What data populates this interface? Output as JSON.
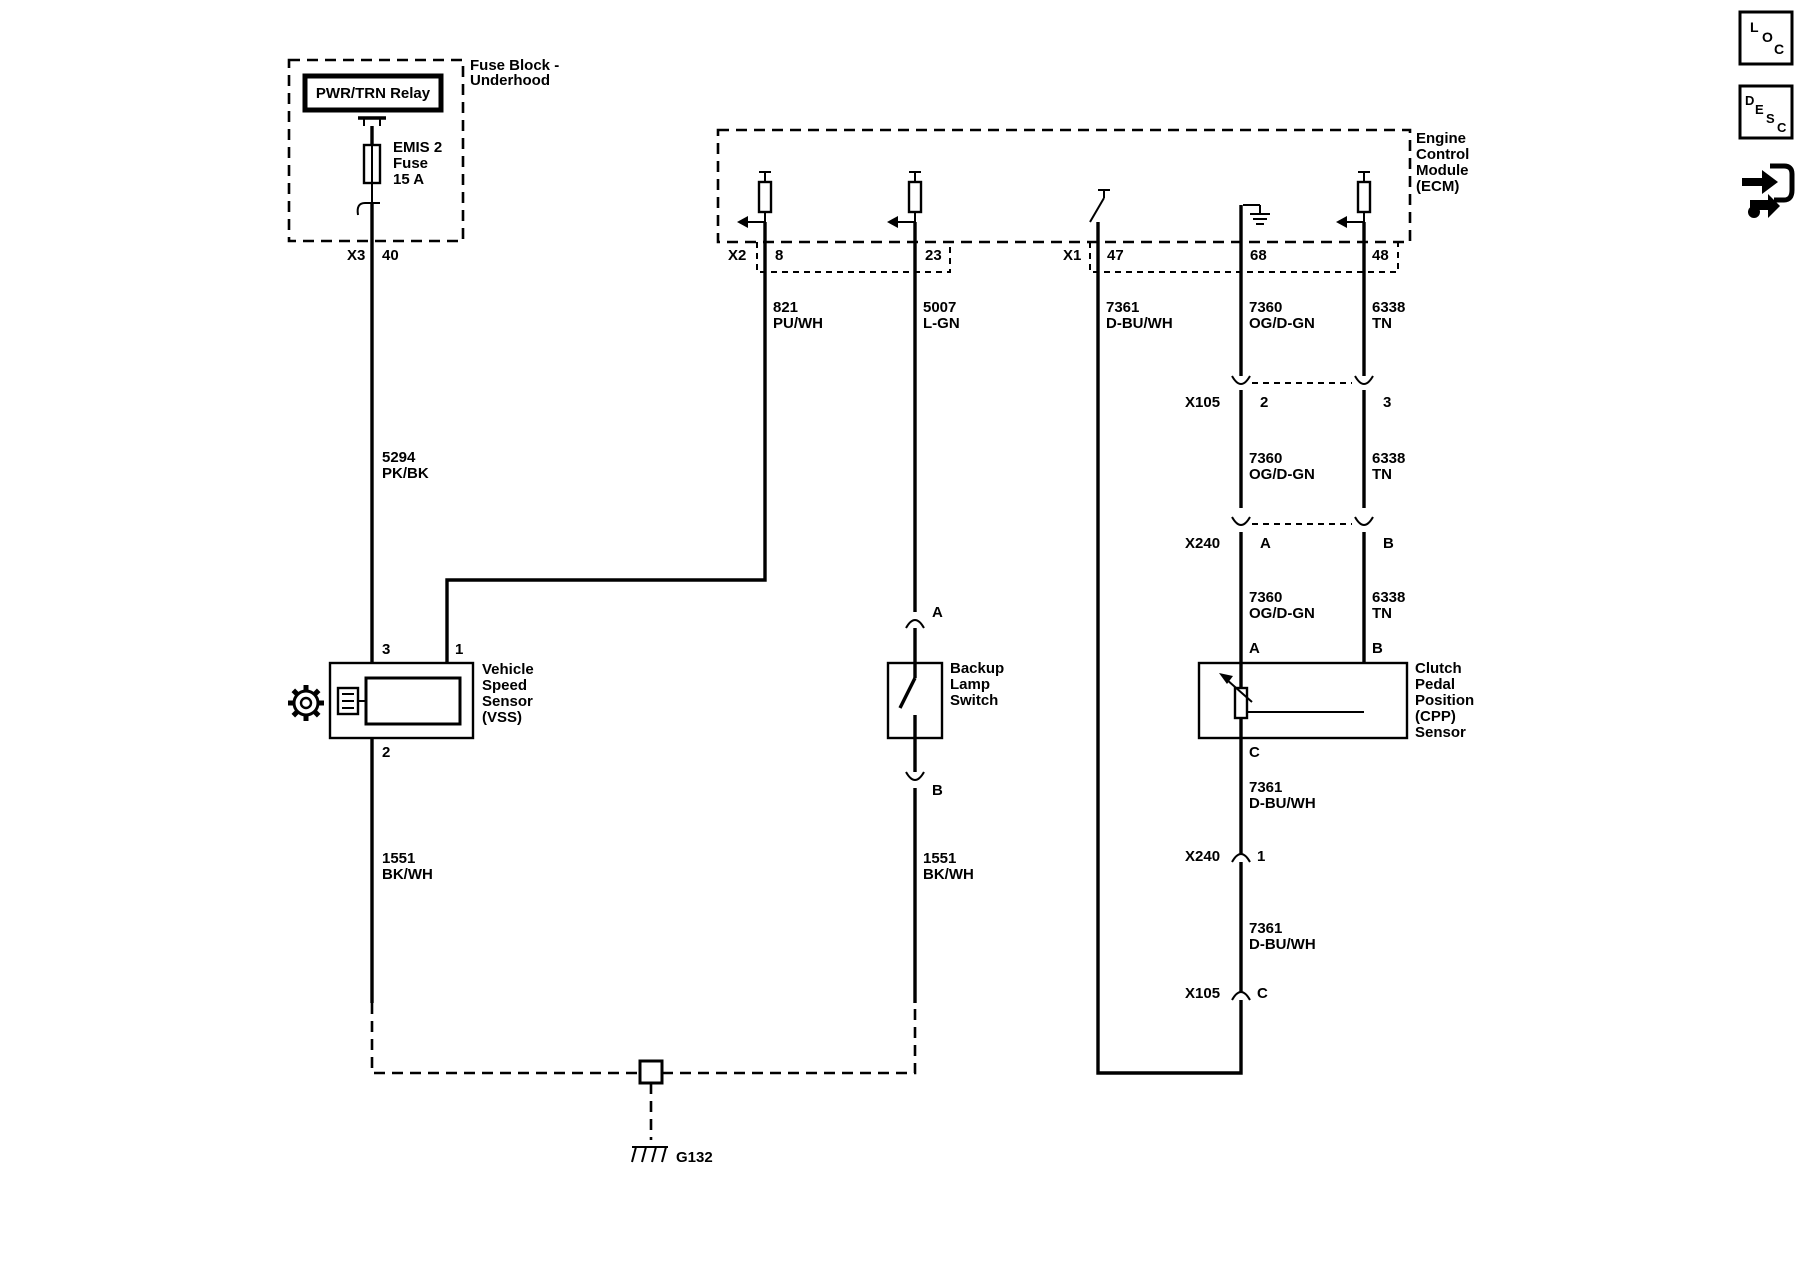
{
  "fuse_block": {
    "title_line1": "Fuse Block -",
    "title_line2": "Underhood",
    "relay_label": "PWR/TRN Relay",
    "fuse_line1": "EMIS 2",
    "fuse_line2": "Fuse",
    "fuse_line3": "15 A",
    "connector": "X3",
    "pin": "40"
  },
  "ecm": {
    "title_line1": "Engine",
    "title_line2": "Control",
    "title_line3": "Module",
    "title_line4": "(ECM)",
    "connector_x2": "X2",
    "connector_x1": "X1",
    "pin_8": "8",
    "pin_23": "23",
    "pin_47": "47",
    "pin_68": "68",
    "pin_48": "48"
  },
  "wires": {
    "w5294_num": "5294",
    "w5294_color": "PK/BK",
    "w821_num": "821",
    "w821_color": "PU/WH",
    "w5007_num": "5007",
    "w5007_color": "L-GN",
    "w7361_top_num": "7361",
    "w7361_top_color": "D-BU/WH",
    "w7360_a_num": "7360",
    "w7360_a_color": "OG/D-GN",
    "w6338_a_num": "6338",
    "w6338_a_color": "TN",
    "w7360_b_num": "7360",
    "w7360_b_color": "OG/D-GN",
    "w6338_b_num": "6338",
    "w6338_b_color": "TN",
    "w7360_c_num": "7360",
    "w7360_c_color": "OG/D-GN",
    "w6338_c_num": "6338",
    "w6338_c_color": "TN",
    "w1551_left_num": "1551",
    "w1551_left_color": "BK/WH",
    "w1551_mid_num": "1551",
    "w1551_mid_color": "BK/WH",
    "w7361_cpp_num": "7361",
    "w7361_cpp_color": "D-BU/WH",
    "w7361_low_num": "7361",
    "w7361_low_color": "D-BU/WH"
  },
  "vss": {
    "line1": "Vehicle",
    "line2": "Speed",
    "line3": "Sensor",
    "line4": "(VSS)",
    "pin_3": "3",
    "pin_1": "1",
    "pin_2": "2"
  },
  "backup_switch": {
    "line1": "Backup",
    "line2": "Lamp",
    "line3": "Switch",
    "pin_a": "A",
    "pin_b": "B"
  },
  "cpp": {
    "line1": "Clutch",
    "line2": "Pedal",
    "line3": "Position",
    "line4": "(CPP)",
    "line5": "Sensor",
    "pin_a": "A",
    "pin_b": "B",
    "pin_c": "C"
  },
  "inline_connectors": {
    "x105_top": "X105",
    "x105_top_pin2": "2",
    "x105_top_pin3": "3",
    "x240_mid": "X240",
    "x240_mid_pin_a": "A",
    "x240_mid_pin_b": "B",
    "x240_low": "X240",
    "x240_low_pin1": "1",
    "x105_low": "X105",
    "x105_low_pin_c": "C"
  },
  "ground": {
    "label": "G132"
  },
  "nav": {
    "loc_l": "L",
    "loc_o": "O",
    "loc_c": "C",
    "desc_d": "D",
    "desc_e": "E",
    "desc_s": "S",
    "desc_c": "C"
  }
}
